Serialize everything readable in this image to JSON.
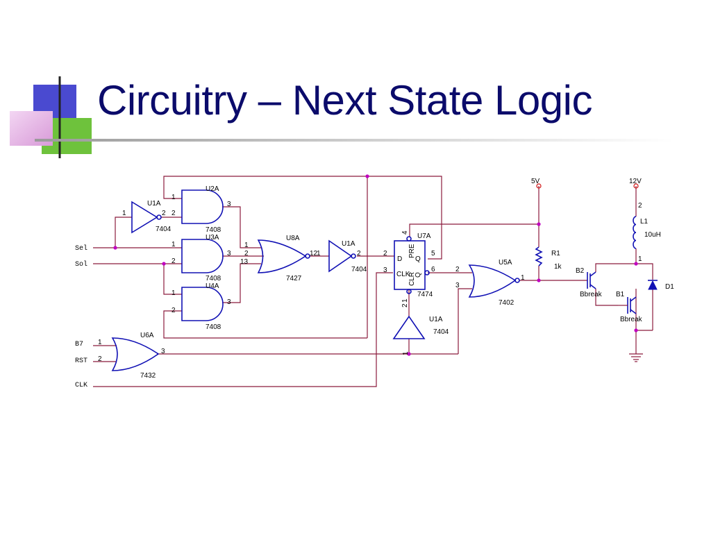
{
  "title": "Circuitry – Next State Logic",
  "inputs": {
    "sel": "Sel",
    "sol": "Sol",
    "b7": "B7",
    "rst": "RST",
    "clk": "CLK"
  },
  "parts": {
    "u2a": {
      "ref": "U2A",
      "type": "7408"
    },
    "u3a": {
      "ref": "U3A",
      "type": "7408"
    },
    "u4a": {
      "ref": "U4A",
      "type": "7408"
    },
    "u1a_top": {
      "ref": "U1A",
      "type": "7404"
    },
    "u8a": {
      "ref": "U8A",
      "type": "7427"
    },
    "u1a_mid": {
      "ref": "U1A",
      "type": "7404"
    },
    "u7a": {
      "ref": "U7A",
      "type": "7474",
      "d": "D",
      "q": "Q",
      "pre": "PRE",
      "clk": "CLK",
      "clr": "CLR",
      "qbar": "Q"
    },
    "u5a": {
      "ref": "U5A",
      "type": "7402"
    },
    "u6a": {
      "ref": "U6A",
      "type": "7432"
    },
    "u1a_bot": {
      "ref": "U1A",
      "type": "7404"
    },
    "r1": {
      "ref": "R1",
      "value": "1k"
    },
    "l1": {
      "ref": "L1",
      "value": "10uH"
    },
    "d1": {
      "ref": "D1"
    },
    "b1": {
      "ref": "B1",
      "model": "Bbreak"
    },
    "b2": {
      "ref": "B2",
      "model": "Bbreak"
    },
    "v5": "5V",
    "v12": "12V"
  },
  "pins": {
    "u2a_in1": "1",
    "u2a_in2": "2",
    "u2a_out": "3",
    "u3a_in1": "1",
    "u3a_in2": "2",
    "u3a_out": "3",
    "u4a_in1": "1",
    "u4a_in2": "2",
    "u4a_out": "3",
    "u1a_top_in": "1",
    "u1a_top_out": "2",
    "u8a_in1": "1",
    "u8a_in2": "2",
    "u8a_in3": "13",
    "u8a_out": "12",
    "u1a_mid_in": "1",
    "u1a_mid_out": "2",
    "u7a_d": "2",
    "u7a_clk": "3",
    "u7a_pre": "4",
    "u7a_q": "5",
    "u7a_qbar": "6",
    "u7a_clr": "1",
    "u5a_in1": "2",
    "u5a_in2": "3",
    "u5a_out": "1",
    "u6a_in1": "1",
    "u6a_in2": "2",
    "u6a_out": "3",
    "u1a_bot_in": "1",
    "u1a_bot_out": "2",
    "l1_top": "2",
    "l1_bot": "1"
  },
  "colors": {
    "title": "#0b0b6b",
    "gate": "#1010b4",
    "wire": "#8b1a3c",
    "junction": "#c000c0",
    "deco_blue": "#4a4ad0",
    "deco_green": "#6ec23c",
    "deco_pink": "#e6b6e6"
  }
}
